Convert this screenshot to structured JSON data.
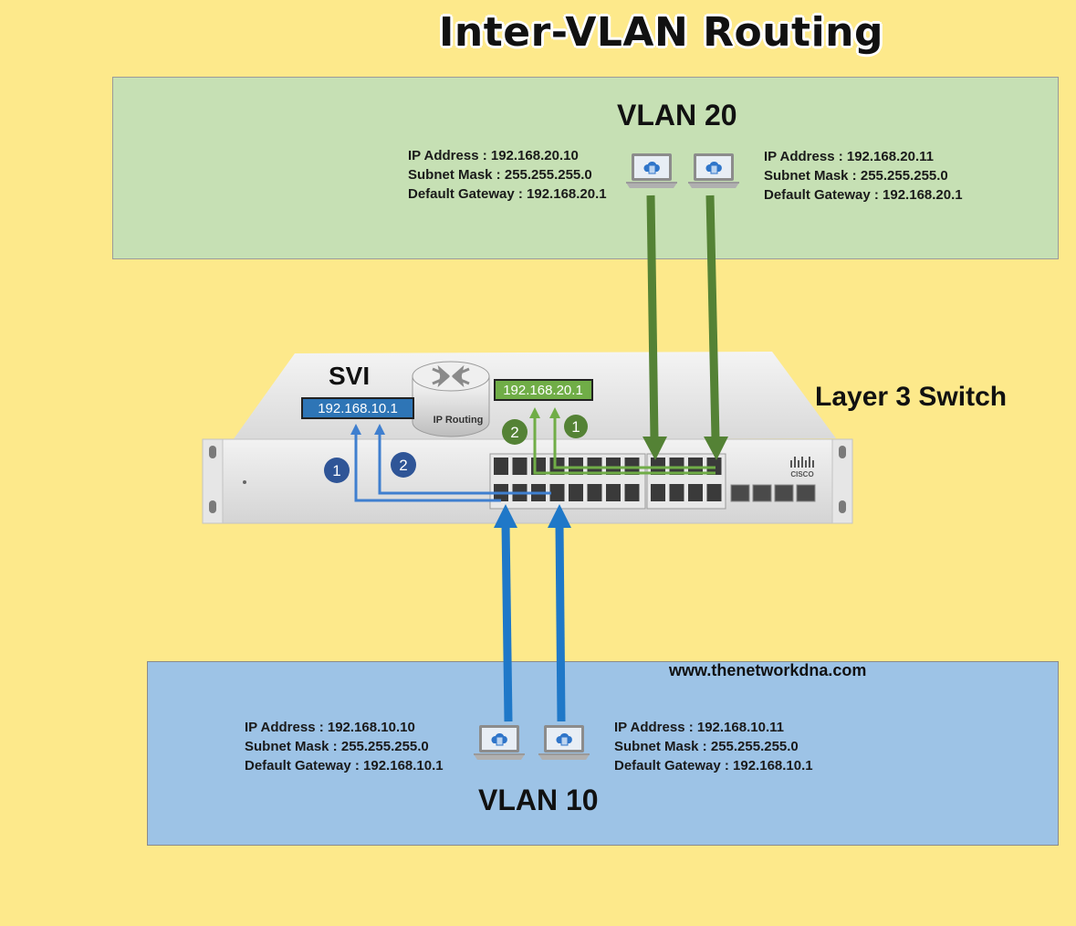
{
  "title": "Inter-VLAN Routing",
  "vlan20": {
    "name": "VLAN 20",
    "pc_left": {
      "ip": "IP Address : 192.168.20.10",
      "mask": "Subnet Mask : 255.255.255.0",
      "gw": "Default Gateway : 192.168.20.1"
    },
    "pc_right": {
      "ip": "IP Address : 192.168.20.11",
      "mask": "Subnet Mask : 255.255.255.0",
      "gw": "Default Gateway : 192.168.20.1"
    },
    "color": "#548235"
  },
  "vlan10": {
    "name": "VLAN 10",
    "pc_left": {
      "ip": "IP Address : 192.168.10.10",
      "mask": "Subnet Mask : 255.255.255.0",
      "gw": "Default Gateway : 192.168.10.1"
    },
    "pc_right": {
      "ip": "IP Address : 192.168.10.11",
      "mask": "Subnet Mask : 255.255.255.0",
      "gw": "Default Gateway : 192.168.10.1"
    },
    "color": "#1f78c8"
  },
  "switch": {
    "svi_title": "SVI",
    "svi_vlan10": "192.168.10.1",
    "svi_vlan20": "192.168.20.1",
    "router_label": "IP Routing",
    "device_label": "Layer 3 Switch",
    "brand": "CISCO"
  },
  "steps": {
    "blue_1": "1",
    "blue_2": "2",
    "green_1": "1",
    "green_2": "2"
  },
  "website": "www.thenetworkdna.com"
}
